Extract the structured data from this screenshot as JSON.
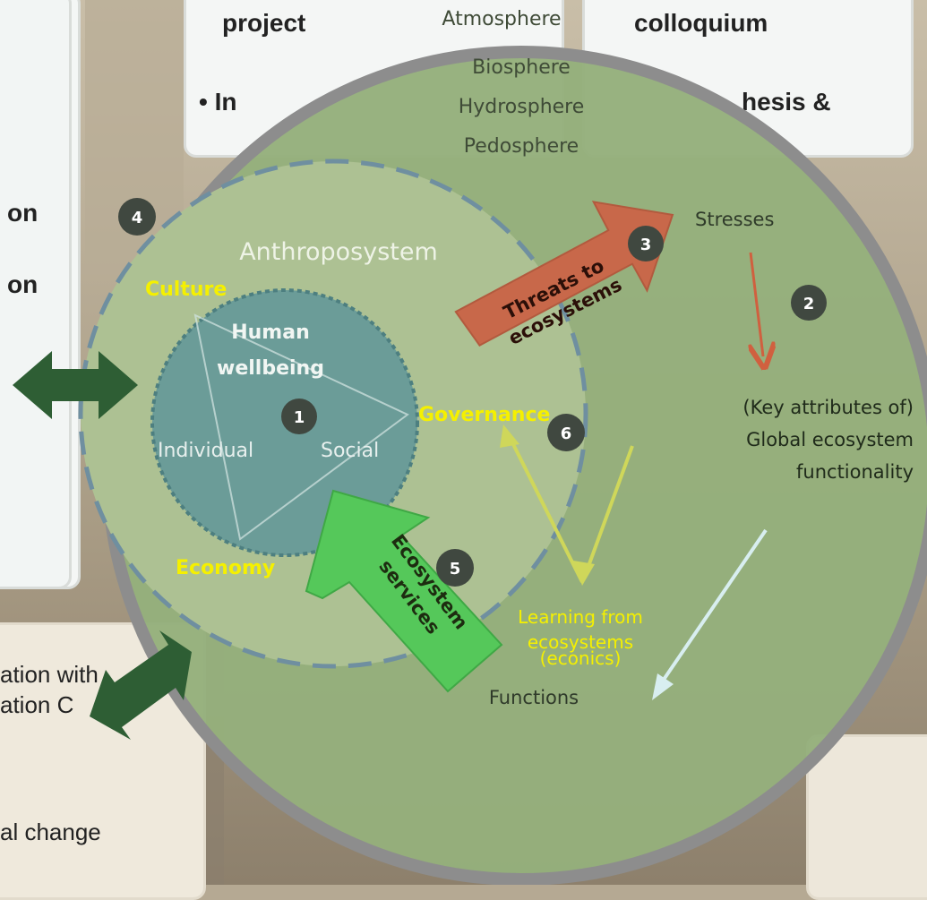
{
  "background": {
    "top_center_label": "project",
    "top_right_label": "colloquium",
    "bullet_left_fragment": "• In",
    "bullet_right_fragment": "hesis &",
    "left_fragment_1": "on",
    "left_fragment_2": "on",
    "bottom_left_1": "ation with",
    "bottom_left_2": "ation C",
    "bottom_left_3": "al change"
  },
  "diagram": {
    "spheres": [
      "Atmosphere",
      "Biosphere",
      "Hydrosphere",
      "Pedosphere"
    ],
    "anthroposystem_label": "Anthroposystem",
    "culture": "Culture",
    "economy": "Economy",
    "governance": "Governance",
    "human_wellbeing_line1": "Human",
    "human_wellbeing_line2": "wellbeing",
    "individual": "Individual",
    "social": "Social",
    "threats_line1": "Threats to",
    "threats_line2": "ecosystems",
    "services_line1": "Ecosystem",
    "services_line2": "services",
    "stresses": "Stresses",
    "key_attributes_line1": "(Key attributes of)",
    "key_attributes_line2": "Global ecosystem",
    "key_attributes_line3": "functionality",
    "learning_line1": "Learning from",
    "learning_line2": "ecosystems",
    "learning_line3": "(econics)",
    "functions": "Functions",
    "markers": [
      "1",
      "2",
      "3",
      "4",
      "5",
      "6"
    ]
  },
  "colors": {
    "outer_circle": "#95b07c",
    "outer_ring": "#8d8d8d",
    "anthroposystem_fill": "#adc193",
    "wellbeing_fill": "#6b9c98",
    "threat_arrow": "#c8684a",
    "services_arrow": "#55c85a",
    "dark_arrow": "#2e5e34",
    "yellow_label": "#f5f000",
    "marker_fill": "#404840"
  }
}
